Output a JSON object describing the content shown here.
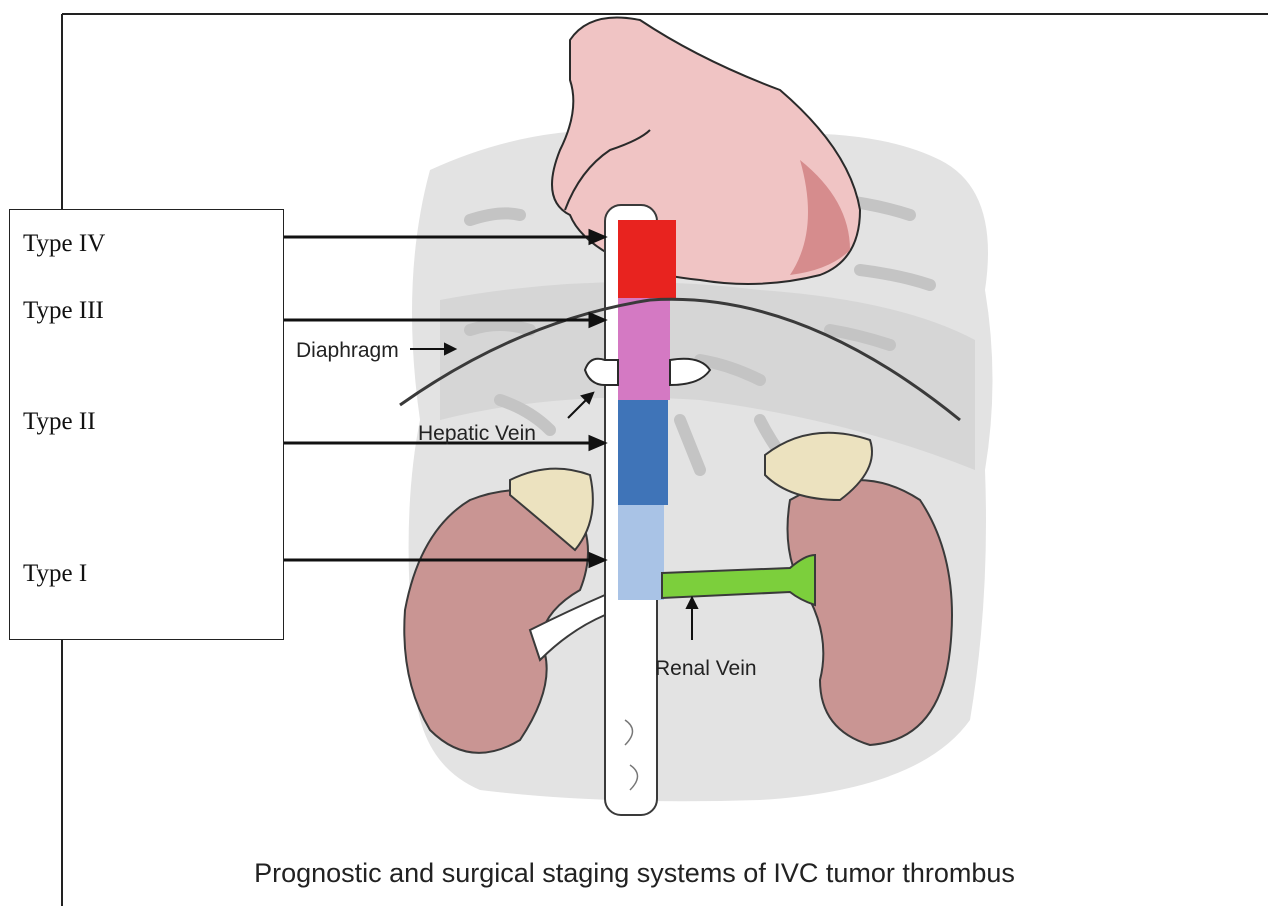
{
  "diagram": {
    "caption": "Prognostic and surgical staging systems of IVC tumor thrombus",
    "type_labels": [
      "Type IV",
      "Type III",
      "Type II",
      "Type I"
    ],
    "anatomy_labels": {
      "diaphragm": "Diaphragm",
      "hepatic_vein": "Hepatic Vein",
      "renal_vein": "Renal Vein"
    },
    "colors": {
      "type_iv": "#e8231f",
      "type_iii": "#d479c3",
      "type_ii": "#3f74b8",
      "type_i": "#a9c3e6",
      "renal_vein": "#7ccf3c",
      "kidney": "#c99593",
      "adrenal": "#ece2bf",
      "heart": "#f0c4c4",
      "background_torso": "#d9d9d9"
    }
  }
}
